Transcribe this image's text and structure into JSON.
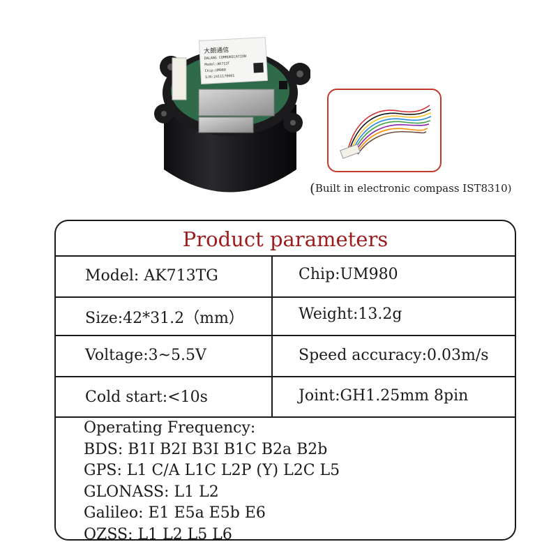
{
  "caption": "Built in electronic compass IST8310)",
  "module_label": {
    "brand_cn": "大朗通信",
    "brand_en": "DALANG COMMUNICATION",
    "model": "Model:AK713T",
    "chip": "Chip:UM980",
    "serial": "S/N:2411170001"
  },
  "params": {
    "title": "Product parameters",
    "rows": [
      {
        "left": "Model: AK713TG",
        "right": "Chip:UM980"
      },
      {
        "left": "Size:42*31.2（mm）",
        "right": "Weight:13.2g"
      },
      {
        "left": "Voltage:3~5.5V",
        "right": "Speed accuracy:0.03m/s"
      },
      {
        "left": "Cold start:<10s",
        "right": "Joint:GH1.25mm 8pin"
      }
    ],
    "frequency": [
      "Operating Frequency:",
      "BDS: B1I B2I B3I B1C B2a B2b",
      "GPS: L1 C/A L1C L2P (Y) L2C L5",
      "GLONASS: L1 L2",
      "Galileo: E1 E5a E5b E6",
      "QZSS: L1 L2 L5 L6"
    ]
  },
  "colors": {
    "title": "#9b1c1c",
    "inset_border": "#c0392b",
    "housing": "#1c1c1e",
    "pcb": "#2f6b4a"
  }
}
